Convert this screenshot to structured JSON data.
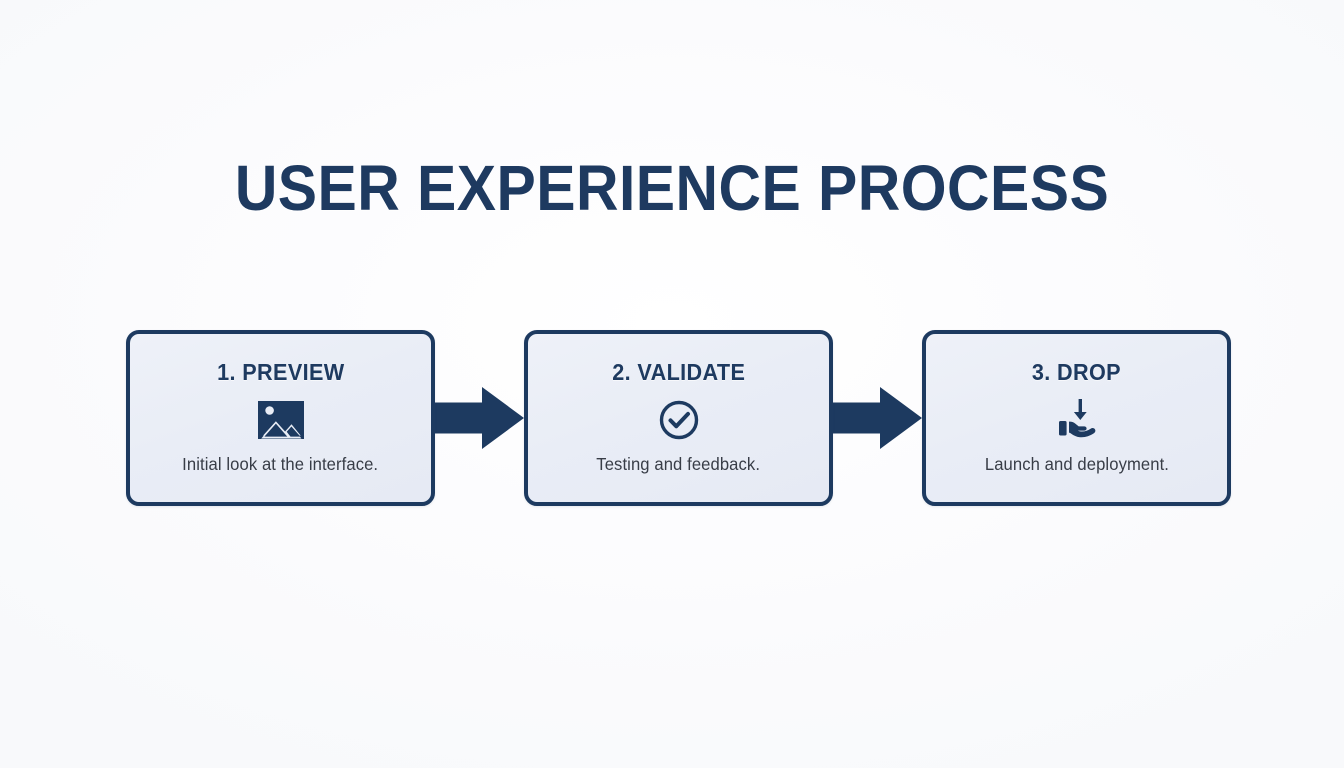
{
  "page": {
    "title": "USER EXPERIENCE PROCESS",
    "background_color": "#fcfcfe",
    "accent_color": "#1d3a60",
    "card_fill_color": "#e9edf6",
    "caption_color": "#383d47"
  },
  "flow": {
    "steps": [
      {
        "title": "1. PREVIEW",
        "icon": "image-icon",
        "caption": "Initial look at the interface."
      },
      {
        "title": "2. VALIDATE",
        "icon": "check-circle-icon",
        "caption": "Testing and feedback."
      },
      {
        "title": "3. DROP",
        "icon": "hand-receive-drop-icon",
        "caption": "Launch and deployment."
      }
    ],
    "connectors": [
      {
        "icon": "arrow-right-icon"
      },
      {
        "icon": "arrow-right-icon"
      }
    ]
  }
}
